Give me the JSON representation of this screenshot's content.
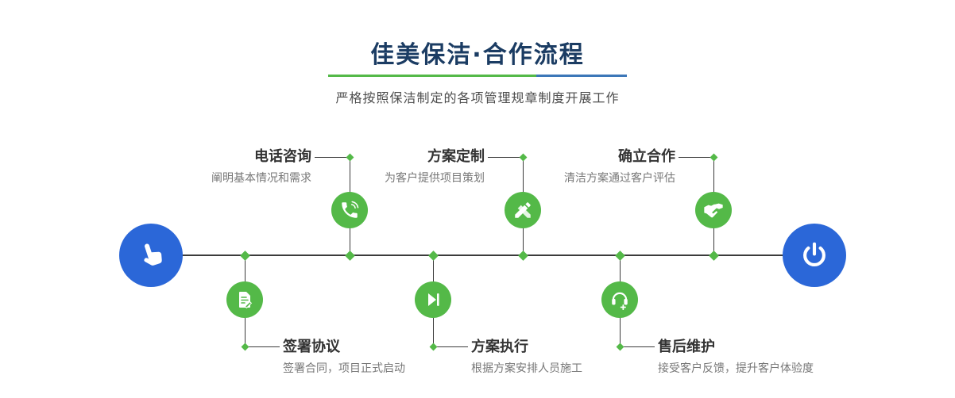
{
  "header": {
    "title": "佳美保洁·合作流程",
    "subtitle": "严格按照保洁制定的各项管理规章制度开展工作"
  },
  "colors": {
    "brand_green": "#54b948",
    "brand_blue": "#2b67d8",
    "underline_blue": "#3c77b8",
    "title_navy": "#1b3c63",
    "line_gray": "#3b3b3b",
    "step_title_gray": "#333333",
    "step_desc_gray": "#777777"
  },
  "timeline": {
    "start": {
      "icon": "hand-pointer-icon"
    },
    "end": {
      "icon": "power-icon"
    },
    "steps_top": [
      {
        "title": "电话咨询",
        "desc": "阐明基本情况和需求",
        "icon": "phone-icon"
      },
      {
        "title": "方案定制",
        "desc": "为客户提供项目策划",
        "icon": "pencil-design-icon"
      },
      {
        "title": "确立合作",
        "desc": "清洁方案通过客户评估",
        "icon": "handshake-icon"
      }
    ],
    "steps_bottom": [
      {
        "title": "签署协议",
        "desc": "签署合同，项目正式启动",
        "icon": "contract-icon"
      },
      {
        "title": "方案执行",
        "desc": "根据方案安排人员施工",
        "icon": "play-icon"
      },
      {
        "title": "售后维护",
        "desc": "接受客户反馈，提升客户体验度",
        "icon": "headset-icon"
      }
    ]
  }
}
